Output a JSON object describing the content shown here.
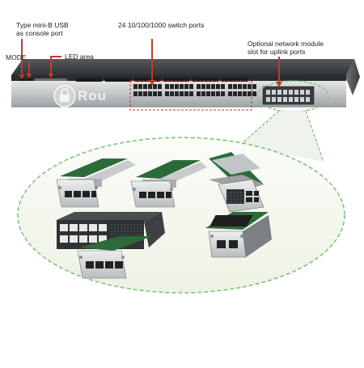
{
  "labels": {
    "usb": "Type mini-B USB\nas console port",
    "ports": "24 10/100/1000 switch ports",
    "module": "Optional network module\nslot for uplink ports",
    "mode": "MODE",
    "led": "LED area"
  },
  "watermark": "Rou",
  "colors": {
    "arrow": "#c0392b",
    "dash_green": "#7cc47c",
    "ellipse_fill": "#f4f7ee",
    "chassis_dark": "#3a3d40",
    "chassis_silver": "#c9ccce",
    "pcb_green": "#2e6b3a"
  },
  "icons": {
    "logo": "lock-logo-icon"
  }
}
